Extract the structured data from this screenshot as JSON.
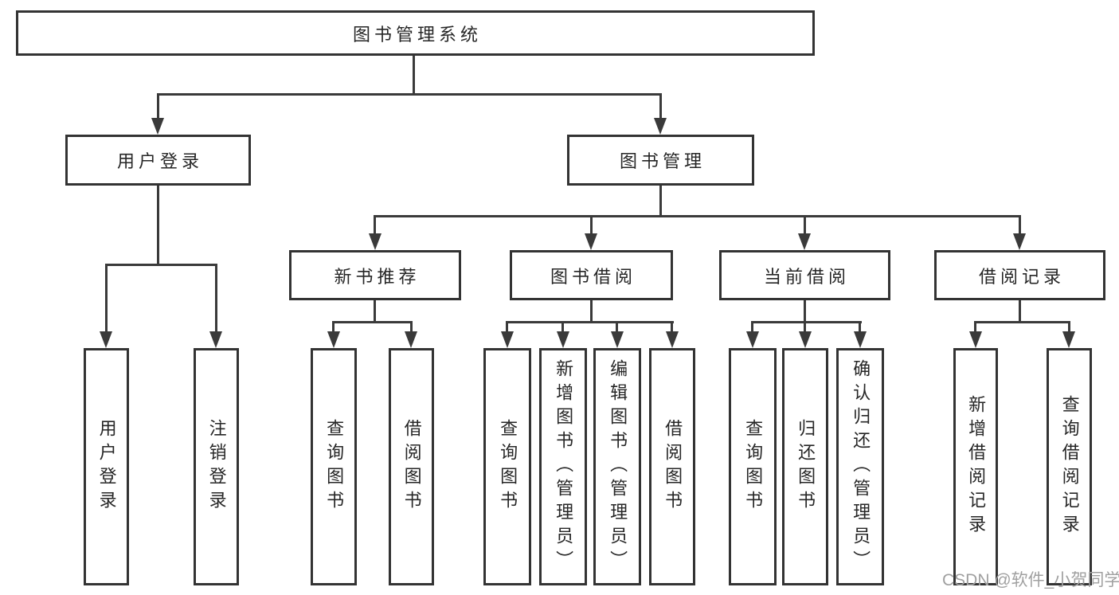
{
  "diagram": {
    "title": "图书管理系统",
    "root": {
      "label": "图书管理系统"
    },
    "branches": [
      {
        "label": "用户登录",
        "children": [
          {
            "label": "用户登录"
          },
          {
            "label": "注销登录"
          }
        ]
      },
      {
        "label": "图书管理",
        "children": [
          {
            "label": "新书推荐",
            "children": [
              {
                "label": "查询图书"
              },
              {
                "label": "借阅图书"
              }
            ]
          },
          {
            "label": "图书借阅",
            "children": [
              {
                "label": "查询图书"
              },
              {
                "label": "新增图书（管理员）"
              },
              {
                "label": "编辑图书（管理员）"
              },
              {
                "label": "借阅图书"
              }
            ]
          },
          {
            "label": "当前借阅",
            "children": [
              {
                "label": "查询图书"
              },
              {
                "label": "归还图书"
              },
              {
                "label": "确认归还（管理员）"
              }
            ]
          },
          {
            "label": "借阅记录",
            "children": [
              {
                "label": "新增借阅记录"
              },
              {
                "label": "查询借阅记录"
              }
            ]
          }
        ]
      }
    ]
  },
  "watermark": {
    "text": "CSDN @软件_小贺同学",
    "color": "#a0a0a0"
  },
  "colors": {
    "line": "#3a3a3a",
    "box_border": "#333333",
    "text": "#262626",
    "background": "#ffffff"
  }
}
